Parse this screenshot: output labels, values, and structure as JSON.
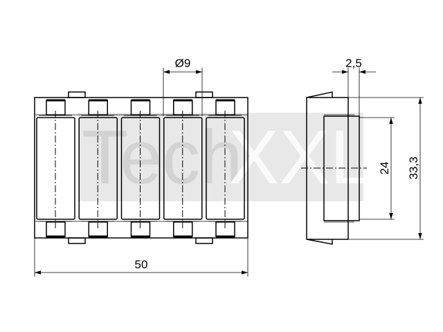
{
  "drawing": {
    "roller_count": 5,
    "dimensions": {
      "diameter": "Ø9",
      "width": "50",
      "offset": "2,5",
      "roller_length": "24",
      "height": "33,3"
    }
  },
  "watermark": {
    "text_left": "Tech",
    "text_right": "XXL"
  },
  "colors": {
    "line": "#000000",
    "watermark_bg": "#d9d9d9"
  }
}
